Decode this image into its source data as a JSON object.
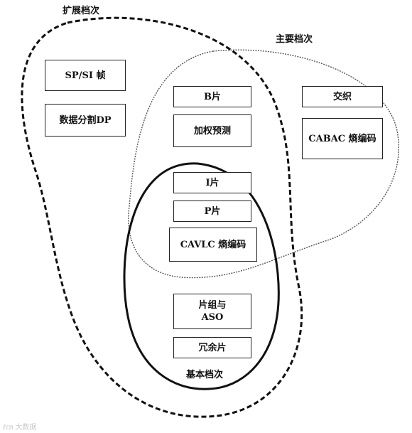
{
  "regions": {
    "extended": {
      "label": "扩展档次"
    },
    "main": {
      "label": "主要档次"
    },
    "baseline": {
      "label": "基本档次"
    }
  },
  "boxes": {
    "sp_si": "SP/SI 帧",
    "data_partition": "数据分割DP",
    "b_slice": "B片",
    "weighted_prediction": "加权预测",
    "interlace": "交织",
    "cabac": "CABAC 熵编码",
    "i_slice": "I片",
    "p_slice": "P片",
    "cavlc": "CAVLC 熵编码",
    "slice_group_aso": "片组与\nASO",
    "redundant_slice": "冗余片"
  },
  "watermark": "大数据"
}
